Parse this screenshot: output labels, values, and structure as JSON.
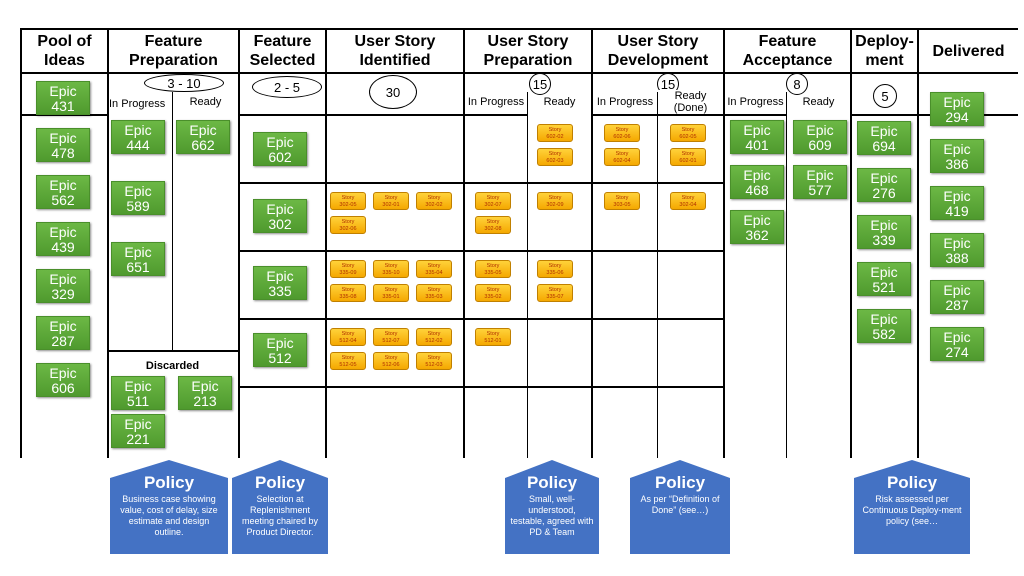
{
  "columns": [
    {
      "id": "pool",
      "header": "Pool of Ideas"
    },
    {
      "id": "fprep",
      "header": "Feature Preparation",
      "limit": "3 - 10",
      "sub": [
        "In Progress",
        "Ready"
      ]
    },
    {
      "id": "fsel",
      "header": "Feature Selected",
      "limit": "2 - 5"
    },
    {
      "id": "usi",
      "header": "User Story Identified",
      "limit": "30"
    },
    {
      "id": "usp",
      "header": "User Story Preparation",
      "limit": "15",
      "sub": [
        "In Progress",
        "Ready"
      ]
    },
    {
      "id": "usd",
      "header": "User Story Development",
      "limit": "15",
      "sub": [
        "In Progress",
        "Ready (Done)"
      ]
    },
    {
      "id": "fa",
      "header": "Feature Acceptance",
      "limit": "8",
      "sub": [
        "In Progress",
        "Ready"
      ]
    },
    {
      "id": "dep",
      "header": "Deploy-ment",
      "limit": "5"
    },
    {
      "id": "del",
      "header": "Delivered"
    }
  ],
  "discarded_label": "Discarded",
  "epic_word": "Epic",
  "story_word": "Story",
  "epics": {
    "pool": [
      "431",
      "478",
      "562",
      "439",
      "329",
      "287",
      "606"
    ],
    "fprep_progress": [
      "444",
      "589",
      "651"
    ],
    "fprep_ready": [
      "662"
    ],
    "discarded": [
      "511",
      "213",
      "221"
    ],
    "fsel": [
      "602",
      "302",
      "335",
      "512"
    ],
    "fa_progress": [
      "401",
      "468",
      "362"
    ],
    "fa_ready": [
      "609",
      "577"
    ],
    "dep": [
      "694",
      "276",
      "339",
      "521",
      "582"
    ],
    "del": [
      "294",
      "386",
      "419",
      "388",
      "287",
      "274"
    ]
  },
  "stories": {
    "usi": [
      [],
      [
        "302-05",
        "302-01",
        "302-02",
        "302-06"
      ],
      [
        "335-09",
        "335-10",
        "335-04",
        "335-08",
        "335-01",
        "335-03"
      ],
      [
        "512-04",
        "512-07",
        "512-02",
        "512-05",
        "512-06",
        "512-03"
      ]
    ],
    "usp_progress": [
      [],
      [
        "302-07",
        "302-08"
      ],
      [
        "335-05",
        "335-02"
      ],
      [
        "512-01"
      ]
    ],
    "usp_ready": [
      [
        "602-02",
        "602-03"
      ],
      [
        "302-09"
      ],
      [
        "335-06",
        "335-07"
      ],
      []
    ],
    "usd_progress": [
      [
        "602-06",
        "602-04"
      ],
      [
        "303-05"
      ],
      [],
      []
    ],
    "usd_ready": [
      [
        "602-05",
        "602-01"
      ],
      [
        "302-04"
      ],
      [],
      []
    ]
  },
  "policies": [
    {
      "title": "Policy",
      "text": "Business case showing value, cost of delay, size estimate and design outline."
    },
    {
      "title": "Policy",
      "text": "Selection at Replenishment meeting chaired by Product Director."
    },
    {
      "title": "Policy",
      "text": "Small, well-understood, testable, agreed with PD & Team"
    },
    {
      "title": "Policy",
      "text": "As per “Definition of Done” (see…)"
    },
    {
      "title": "Policy",
      "text": "Risk assessed per Continuous Deploy-ment policy (see…"
    }
  ],
  "colors": {
    "epic": "#5aa838",
    "story": "#ffc20e",
    "story_text": "#b03000",
    "policy": "#4472c4"
  }
}
